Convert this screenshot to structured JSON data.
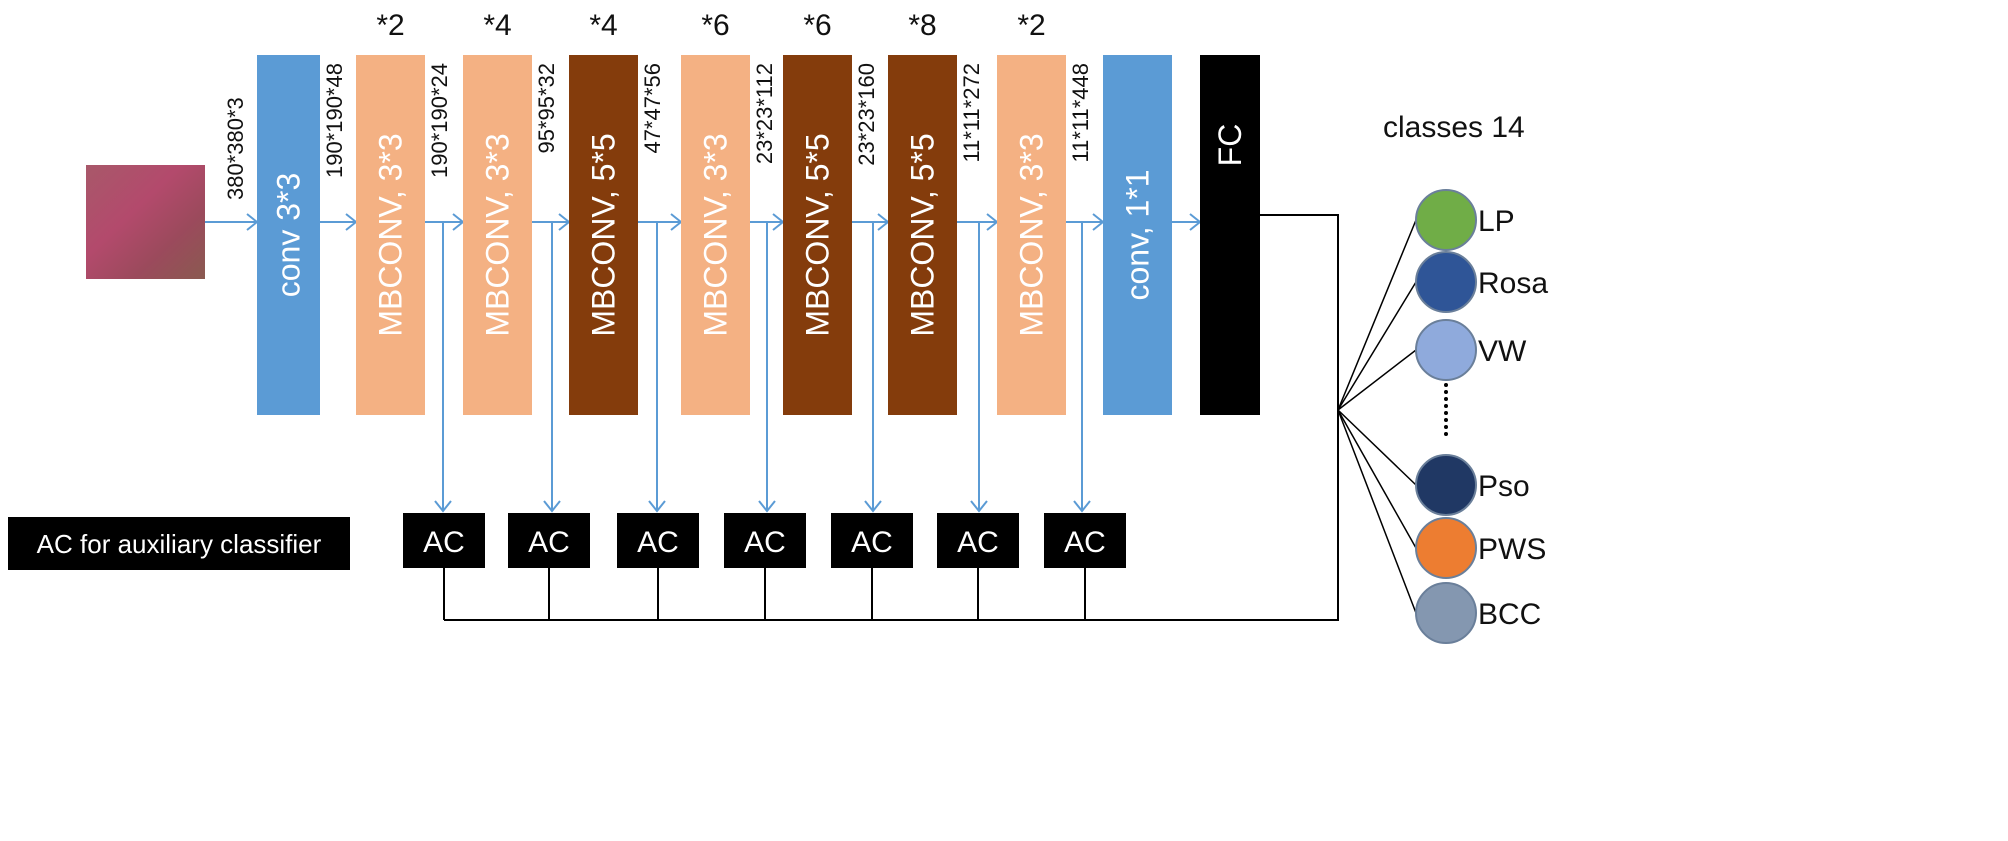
{
  "input_image": {
    "description_icon": "skin-lesion-photo"
  },
  "input_dim": "380*380*3",
  "blocks": [
    {
      "kind": "conv",
      "label_a": "conv ",
      "label_b": "3*3",
      "mult": "",
      "out_dim": "190*190*48",
      "color": "#5b9bd5"
    },
    {
      "kind": "mbconv3",
      "label_a": "MBCONV, ",
      "label_b": "3*3",
      "mult": "*2",
      "out_dim": "190*190*24",
      "color": "#f4b183"
    },
    {
      "kind": "mbconv3",
      "label_a": "MBCONV, ",
      "label_b": "3*3",
      "mult": "*4",
      "out_dim": "95*95*32",
      "color": "#f4b183"
    },
    {
      "kind": "mbconv5",
      "label_a": "MBCONV, ",
      "label_b": "5*5",
      "mult": "*4",
      "out_dim": "47*47*56",
      "color": "#843c0c"
    },
    {
      "kind": "mbconv3",
      "label_a": "MBCONV, ",
      "label_b": "3*3",
      "mult": "*6",
      "out_dim": "23*23*112",
      "color": "#f4b183"
    },
    {
      "kind": "mbconv5",
      "label_a": "MBCONV, ",
      "label_b": "5*5",
      "mult": "*6",
      "out_dim": "23*23*160",
      "color": "#843c0c"
    },
    {
      "kind": "mbconv5",
      "label_a": "MBCONV, ",
      "label_b": "5*5",
      "mult": "*8",
      "out_dim": "11*11*272",
      "color": "#843c0c"
    },
    {
      "kind": "mbconv3",
      "label_a": "MBCONV, ",
      "label_b": "3*3",
      "mult": "*2",
      "out_dim": "11*11*448",
      "color": "#f4b183"
    },
    {
      "kind": "conv",
      "label_a": "conv,  ",
      "label_b": "1*1",
      "mult": "",
      "out_dim": "",
      "color": "#5b9bd5"
    }
  ],
  "fc": {
    "label": "FC",
    "color": "#000000"
  },
  "ac_label": "AC",
  "ac_legend": "AC for auxiliary classifier",
  "classes_title": "classes 14",
  "classes": [
    {
      "label": "LP",
      "color": "#70ad47"
    },
    {
      "label": "Rosa",
      "color": "#2f5597"
    },
    {
      "label": "VW",
      "color": "#8faadc"
    },
    {
      "label": "Pso",
      "color": "#203864"
    },
    {
      "label": "PWS",
      "color": "#ed7d31"
    },
    {
      "label": "BCC",
      "color": "#8497b0"
    }
  ],
  "colors": {
    "arrow": "#5b9bd5",
    "line": "#000000",
    "mb3_text": "#ffffff"
  }
}
